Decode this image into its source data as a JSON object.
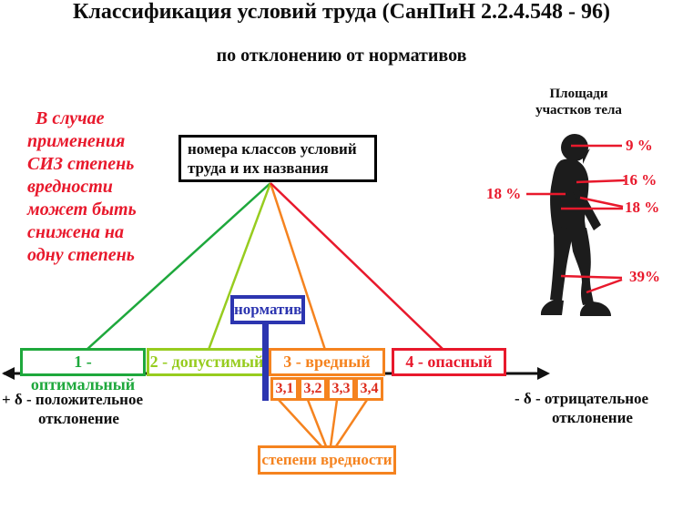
{
  "title": {
    "line1": "Классификация условий труда (СанПиН 2.2.4.548 - 96)",
    "line2": "по отклонению  от нормативов"
  },
  "note": {
    "lines": [
      "В случае",
      "применения",
      "СИЗ  степень",
      "вредности",
      "может быть",
      "снижена на",
      "одну степень"
    ]
  },
  "classes_header": {
    "line1": "номера классов условий",
    "line2": "труда и их названия"
  },
  "normativ": {
    "label": "норматив"
  },
  "classes": [
    {
      "label": "1 - оптимальный",
      "color": "#1ea83c"
    },
    {
      "label": "2 - допустимый",
      "color": "#97cc1f"
    },
    {
      "label": "3 - вредный",
      "color": "#f5831f"
    },
    {
      "label": "4 - опасный",
      "color": "#e8192c"
    }
  ],
  "degrees": {
    "items": [
      "3,1",
      "3,2",
      "3,3",
      "3,4"
    ],
    "label": "степени вредности"
  },
  "axis": {
    "left": {
      "line1": "+ δ - положительное",
      "line2": "отклонение"
    },
    "right": {
      "line1": "- δ - отрицательное",
      "line2": "отклонение"
    }
  },
  "body_diagram": {
    "title_line1": "Площади",
    "title_line2": "участков тела",
    "labels": {
      "head": "9 %",
      "arm": "16 %",
      "back": "18 %",
      "hips": "18 %",
      "legs": "39%"
    }
  },
  "colors": {
    "optimal_green": "#1ea83c",
    "acceptable_green": "#97cc1f",
    "harmful_orange": "#f5831f",
    "danger_red": "#e8192c",
    "normativ_blue": "#2c35b0",
    "note_red": "#e8192c",
    "degree_text_red": "#dd2d1e",
    "axis_black": "#111111"
  }
}
